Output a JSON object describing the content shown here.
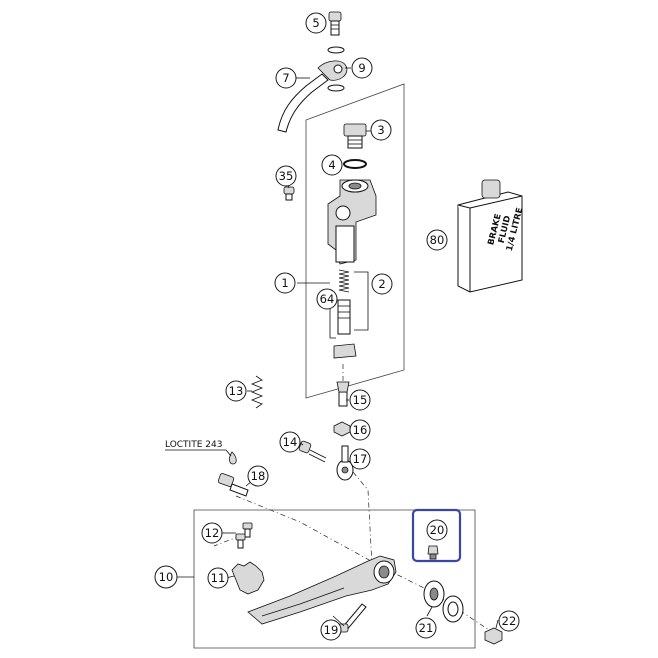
{
  "callouts": {
    "c1": "1",
    "c2": "2",
    "c3": "3",
    "c4": "4",
    "c5": "5",
    "c7": "7",
    "c9": "9",
    "c10": "10",
    "c11": "11",
    "c12": "12",
    "c13": "13",
    "c14": "14",
    "c15": "15",
    "c16": "16",
    "c17": "17",
    "c18": "18",
    "c19": "19",
    "c20": "20",
    "c21": "21",
    "c22": "22",
    "c35": "35",
    "c64": "64",
    "c80": "80"
  },
  "annotations": {
    "loctite": "LOCTITE 243"
  },
  "bottle": {
    "line1": "BRAKE",
    "line2": "FLUID",
    "line3": "1/4 LITRE"
  },
  "highlight": {
    "target": "20",
    "color": "#3a45a8"
  }
}
